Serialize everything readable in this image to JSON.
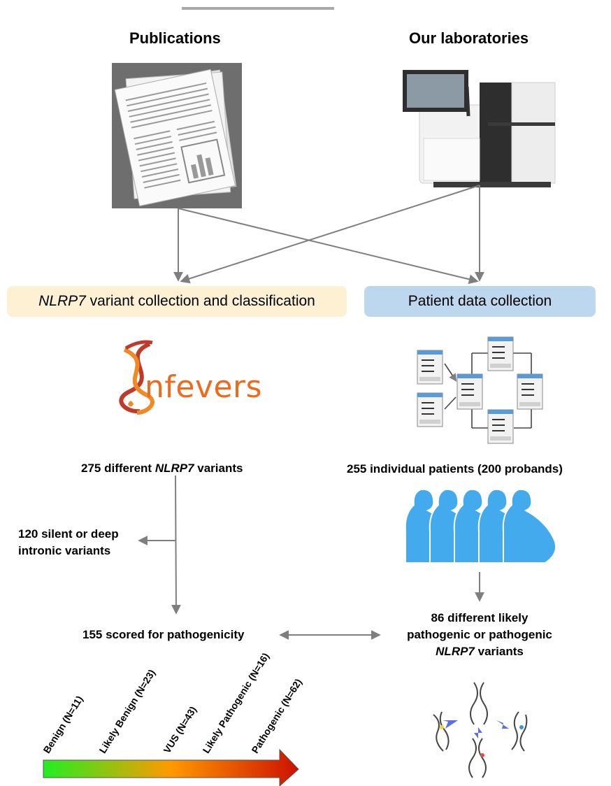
{
  "headings": {
    "publications": "Publications",
    "laboratories": "Our laboratories"
  },
  "boxes": {
    "variant_collection_italic": "NLRP7",
    "variant_collection_rest": " variant collection and classification",
    "patient_data": "Patient data collection"
  },
  "logo": {
    "text": "nfevers",
    "icon": "dna-helix-icon"
  },
  "left_flow": {
    "variants_count_prefix": "275 different ",
    "variants_count_italic": "NLRP7",
    "variants_count_suffix": " variants",
    "excluded_line1": "120 silent or deep",
    "excluded_line2": "intronic variants",
    "scored": "155 scored for pathogenicity"
  },
  "right_flow": {
    "patients": "255 individual patients (200 probands)",
    "likely_line1": "86 different likely",
    "likely_line2": "pathogenic or pathogenic",
    "likely_line3_italic": "NLRP7",
    "likely_line3_suffix": " variants"
  },
  "classification": {
    "benign": "Benign (N=11)",
    "likely_benign": "Likely Benign (N=23)",
    "vus": "VUS (N=43)",
    "likely_pathogenic": "Likely Pathogenic (N=16)",
    "pathogenic": "Pathogenic (N=62)"
  },
  "colors": {
    "left_box": "#fdf0d3",
    "right_box": "#bdd7ee",
    "arrow": "#7f7f7f",
    "gradient_start": "#22ee22",
    "gradient_mid": "#ff9900",
    "gradient_end": "#cc1100",
    "patient_silhouettes": "#44aaee"
  },
  "icons": {
    "publications": "document-stack-icon",
    "laboratory": "sequencer-icon",
    "database": "database-schema-icon",
    "patients": "pregnant-women-silhouettes-icon",
    "dna": "dna-mutation-icon"
  }
}
